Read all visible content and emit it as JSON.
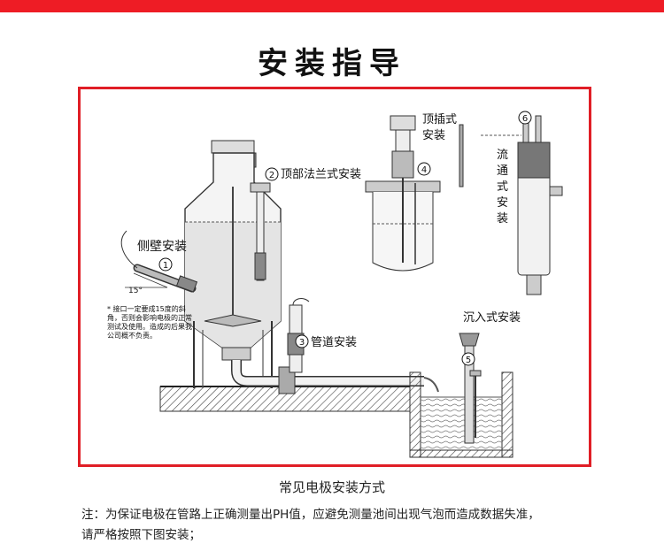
{
  "page": {
    "title": "安装指导"
  },
  "diagram": {
    "labels": {
      "side_wall": "侧壁安装",
      "top_flange": "顶部法兰式安装",
      "pipeline": "管道安装",
      "top_insert": "顶插式安装",
      "flow_through": "流通式安装",
      "immersion": "沉入式安装"
    },
    "numbers": [
      "1",
      "2",
      "3",
      "4",
      "5",
      "6"
    ],
    "angle_label": "15°",
    "warning_note": "* 接口一定要成15度的斜角，否则会影响电极的正常测试及使用。造成的后果我公司概不负责。"
  },
  "caption": "常见电极安装方式",
  "note": {
    "line1": "注：为保证电极在管路上正确测量出PH值，应避免测量池间出现气泡而造成数据失准，",
    "line2": "请严格按照下图安装；"
  }
}
